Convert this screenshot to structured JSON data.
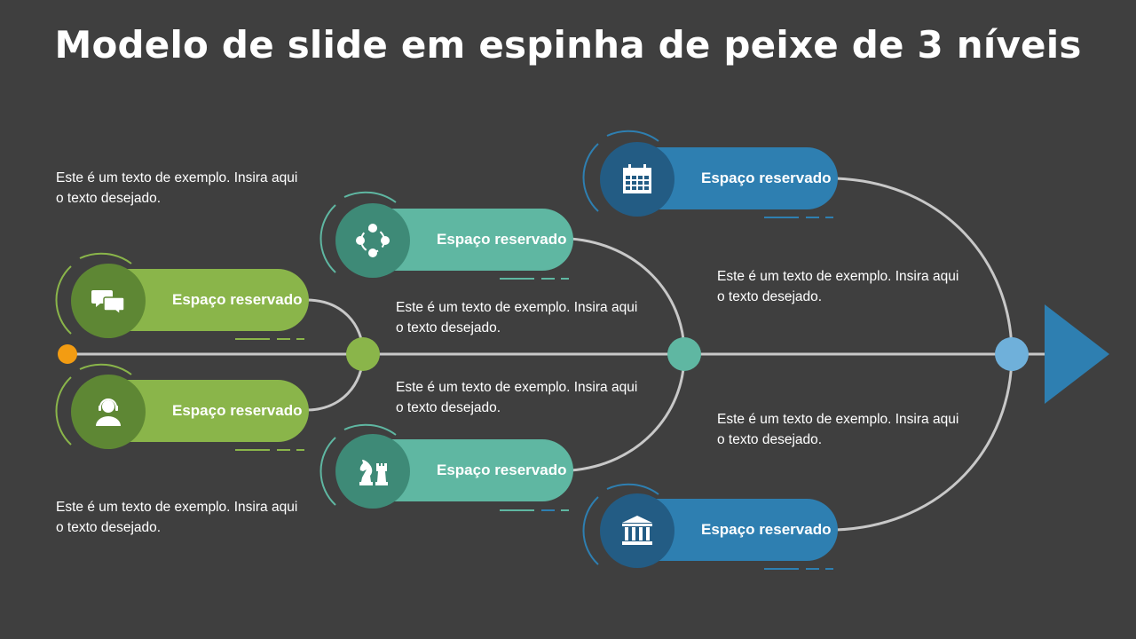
{
  "title": "Modelo de slide em espinha de peixe de 3 níveis",
  "colors": {
    "background": "#3f3f3f",
    "level1_pill": "#8ab54a",
    "level1_icon": "#5e8734",
    "level2_pill": "#5fb7a2",
    "level2_icon": "#3e8a77",
    "level3_pill": "#2e7fb1",
    "level3_icon": "#235c84",
    "line": "#c8c8c8",
    "start_dot": "#f39c12"
  },
  "items": [
    {
      "label": "Espaço reservado",
      "icon": "chat-bubbles-icon"
    },
    {
      "label": "Espaço reservado",
      "icon": "headset-user-icon"
    },
    {
      "label": "Espaço reservado",
      "icon": "network-nodes-icon"
    },
    {
      "label": "Espaço reservado",
      "icon": "chess-pieces-icon"
    },
    {
      "label": "Espaço reservado",
      "icon": "calendar-icon"
    },
    {
      "label": "Espaço reservado",
      "icon": "bank-building-icon"
    }
  ],
  "texts": [
    "Este é um texto de exemplo. Insira aqui o texto desejado.",
    "Este é um texto de exemplo. Insira aqui o texto desejado.",
    "Este é um texto de exemplo. Insira aqui o texto desejado.",
    "Este é um texto de exemplo. Insira aqui o texto desejado.",
    "Este é um texto de exemplo. Insira aqui o texto desejado.",
    "Este é um texto de exemplo. Insira aqui o texto desejado."
  ]
}
